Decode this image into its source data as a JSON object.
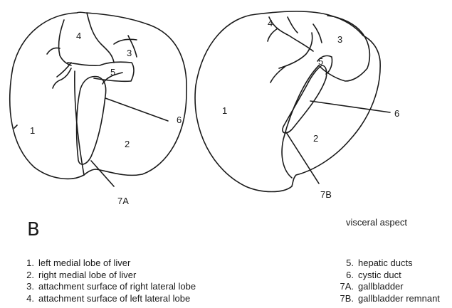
{
  "figure": {
    "panel_letter": "B",
    "aspect_label": "visceral aspect",
    "left_specimen": {
      "labels": {
        "l1": "1",
        "l2": "2",
        "l3": "3",
        "l4": "4",
        "l5": "5",
        "l6": "6",
        "l7": "7A"
      }
    },
    "right_specimen": {
      "labels": {
        "l1": "1",
        "l2": "2",
        "l3": "3",
        "l4": "4",
        "l5": "5",
        "l6": "6",
        "l7": "7B"
      }
    }
  },
  "legend_left": [
    {
      "key": "1.",
      "text": "left medial lobe of liver"
    },
    {
      "key": "2.",
      "text": "right medial lobe of liver"
    },
    {
      "key": "3.",
      "text": "attachment surface of right lateral lobe"
    },
    {
      "key": "4.",
      "text": "attachment surface of left lateral lobe"
    }
  ],
  "legend_right": [
    {
      "key": "5.",
      "text": "hepatic ducts"
    },
    {
      "key": "6.",
      "text": "cystic duct"
    },
    {
      "key": "7A.",
      "text": "gallbladder"
    },
    {
      "key": "7B.",
      "text": "gallbladder remnant"
    }
  ]
}
